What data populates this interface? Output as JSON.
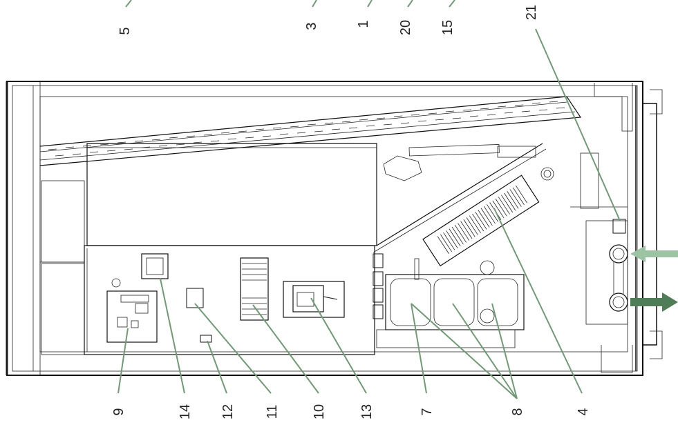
{
  "callouts": {
    "top": [
      "5",
      "3",
      "1",
      "20",
      "15",
      "21"
    ],
    "bottom": [
      "9",
      "14",
      "12",
      "11",
      "10",
      "13",
      "7",
      "8",
      "4"
    ]
  },
  "colors": {
    "leader": "#6f9a74",
    "flow_arrow_in": "#9cc4a3",
    "flow_arrow_out": "#4f7d57"
  },
  "icons": {
    "flow_in": "arrow-left-icon",
    "flow_out": "arrow-right-icon"
  }
}
